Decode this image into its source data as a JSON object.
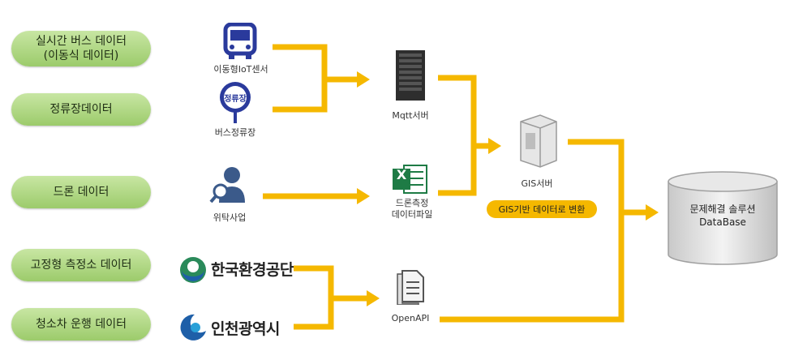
{
  "sources": [
    {
      "label": "실시간 버스 데이터\n(이동식 데이터)"
    },
    {
      "label": "정류장데이터"
    },
    {
      "label": "드론 데이터"
    },
    {
      "label": "고정형 측정소 데이터"
    },
    {
      "label": "청소차 운행 데이터"
    }
  ],
  "devices": {
    "bus_sensor": "이동형IoT센서",
    "bus_stop": "버스정류장",
    "bus_stop_sign": "정류장",
    "contractor": "위탁사업"
  },
  "orgs": {
    "korea_env": "한국환경공단",
    "incheon": "인천광역시"
  },
  "servers": {
    "mqtt": "Mqtt서버",
    "drone_file": "드론측정\n데이터파일",
    "excel_letter": "X",
    "openapi": "OpenAPI",
    "gis": "GIS서버",
    "gis_badge": "GIS기반 데이터로 변환"
  },
  "database": {
    "label": "문제해결 솔루션\nDataBase"
  },
  "colors": {
    "arrow": "#f5b800",
    "pill": "#a9d27a",
    "bus_blue": "#2a3a9c",
    "excel_green": "#1e7b45"
  }
}
